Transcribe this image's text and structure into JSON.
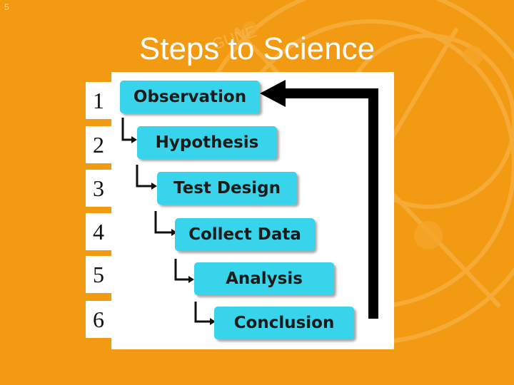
{
  "slide": {
    "number": "5",
    "title": "Steps to Science"
  },
  "numbers": [
    "1",
    "2",
    "3",
    "4",
    "5",
    "6"
  ],
  "steps": [
    {
      "label": "Observation"
    },
    {
      "label": "Hypothesis"
    },
    {
      "label": "Test Design"
    },
    {
      "label": "Collect Data"
    },
    {
      "label": "Analysis"
    },
    {
      "label": "Conclusion"
    }
  ],
  "colors": {
    "background": "#f29a12",
    "step_fill": "#37d4ec",
    "arrow": "#000000",
    "title": "#ffffff"
  },
  "icons": {
    "feedback_arrow": "return-arrow-icon",
    "connector": "elbow-arrow-icon"
  }
}
